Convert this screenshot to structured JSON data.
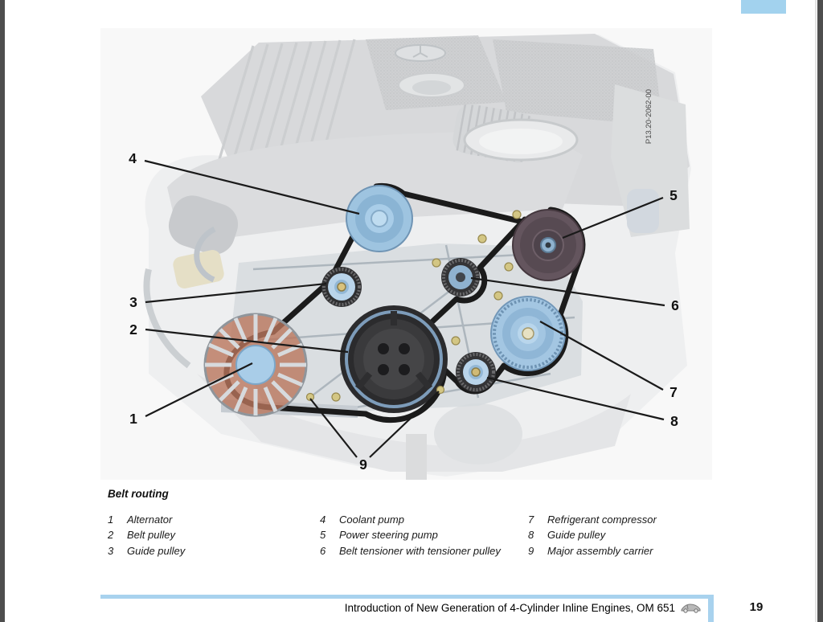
{
  "page": {
    "number": "19",
    "corner_tab_color": "#a2d2ee",
    "footer": {
      "title": "Introduction of New Generation of 4-Cylinder Inline Engines, OM 651",
      "icon": "car-icon",
      "accent_color": "#a8d2ee"
    }
  },
  "figure": {
    "code": "P13.20-2062-00",
    "background": "#f8f8f8",
    "belt_color": "#1b1b1b",
    "pulley_blue": "#a3c6e2",
    "callouts": [
      {
        "n": "1",
        "target": "alternator"
      },
      {
        "n": "2",
        "target": "belt-pulley"
      },
      {
        "n": "3",
        "target": "guide-pulley-upper"
      },
      {
        "n": "4",
        "target": "coolant-pump"
      },
      {
        "n": "5",
        "target": "power-steering-pump"
      },
      {
        "n": "6",
        "target": "belt-tensioner"
      },
      {
        "n": "7",
        "target": "refrigerant-compressor"
      },
      {
        "n": "8",
        "target": "guide-pulley-lower"
      },
      {
        "n": "9",
        "target": "major-assembly-carrier"
      }
    ]
  },
  "legend": {
    "title": "Belt routing",
    "items": [
      {
        "num": "1",
        "label": "Alternator"
      },
      {
        "num": "2",
        "label": "Belt pulley"
      },
      {
        "num": "3",
        "label": "Guide pulley"
      },
      {
        "num": "4",
        "label": "Coolant pump"
      },
      {
        "num": "5",
        "label": "Power steering pump"
      },
      {
        "num": "6",
        "label": "Belt tensioner with tensioner pulley"
      },
      {
        "num": "7",
        "label": "Refrigerant compressor"
      },
      {
        "num": "8",
        "label": "Guide pulley"
      },
      {
        "num": "9",
        "label": "Major assembly carrier"
      }
    ]
  }
}
